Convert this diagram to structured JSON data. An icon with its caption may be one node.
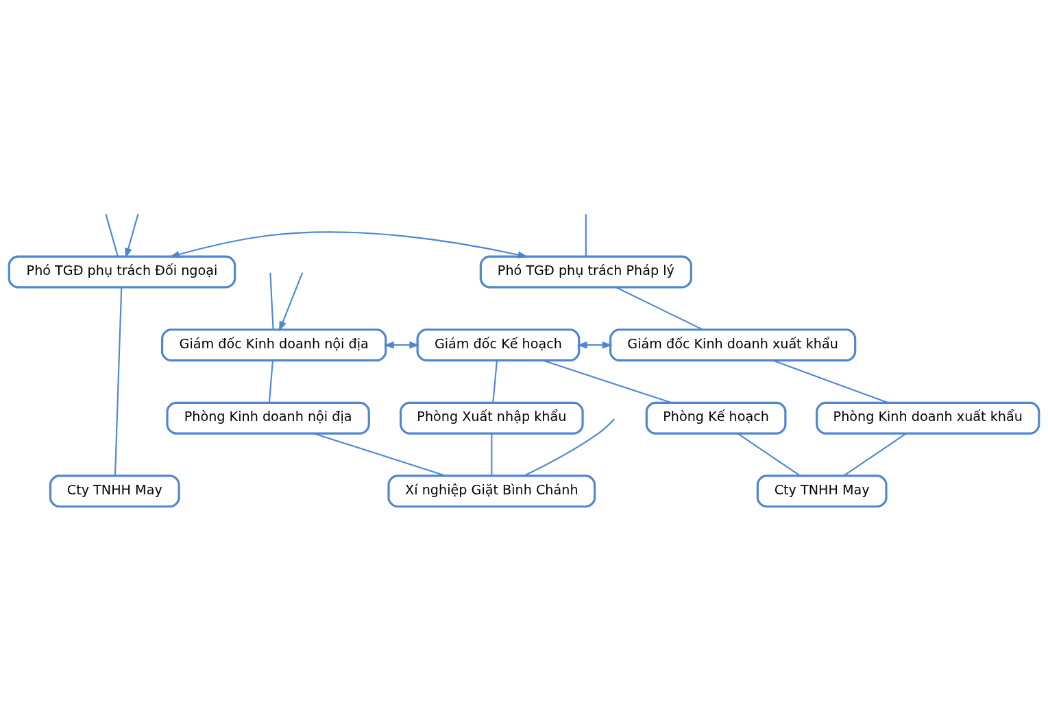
{
  "diagram": {
    "nodes": [
      {
        "text": [
          "Phó TGĐ phụ trách Đối ngoại"
        ]
      },
      {
        "text": [
          "Phó TGĐ phụ trách Pháp lý"
        ]
      },
      {
        "text": [
          "Giám đốc Kinh doanh nội địa"
        ]
      },
      {
        "text": [
          "Giám đốc Kế hoạch"
        ]
      },
      {
        "text": [
          "Giám đốc Kinh doanh xuất khẩu"
        ]
      },
      {
        "text": [
          "Phòng Kinh doanh nội địa"
        ]
      },
      {
        "text": [
          "Phòng Xuất nhập khẩu"
        ]
      },
      {
        "text": [
          "Phòng Kế hoạch"
        ]
      },
      {
        "text": [
          "Phòng Kinh doanh xuất khẩu"
        ]
      },
      {
        "text": [
          "Xí nghiệp Giặt Bình Chánh"
        ]
      },
      {
        "text": [
          "Cty TNHH May"
        ]
      },
      {
        "text": [
          "Cty TNHH May"
        ]
      }
    ],
    "edges": [
      {
        "from": null,
        "to": 0,
        "arrow": "none"
      },
      {
        "from": null,
        "to": 1,
        "arrow": "none"
      },
      {
        "from": null,
        "to": 0,
        "arrow": "to"
      },
      {
        "from": 0,
        "to": 1,
        "arrow": "both"
      },
      {
        "from": null,
        "to": 2,
        "arrow": "none"
      },
      {
        "from": 1,
        "to": 4,
        "arrow": "none"
      },
      {
        "from": null,
        "to": 2,
        "arrow": "to"
      },
      {
        "from": 2,
        "to": 3,
        "arrow": "both"
      },
      {
        "from": 3,
        "to": 4,
        "arrow": "both"
      },
      {
        "from": 2,
        "to": 5,
        "arrow": "none"
      },
      {
        "from": 3,
        "to": 6,
        "arrow": "none"
      },
      {
        "from": 3,
        "to": 7,
        "arrow": "none"
      },
      {
        "from": 4,
        "to": 8,
        "arrow": "none"
      },
      {
        "from": 0,
        "to": 10,
        "arrow": "none"
      },
      {
        "from": 5,
        "to": 9,
        "arrow": "none"
      },
      {
        "from": 6,
        "to": 9,
        "arrow": "none"
      },
      {
        "from": 7,
        "to": 11,
        "arrow": "none"
      },
      {
        "from": 8,
        "to": 11,
        "arrow": "none"
      },
      {
        "from": null,
        "to": 9,
        "arrow": "none"
      }
    ]
  }
}
